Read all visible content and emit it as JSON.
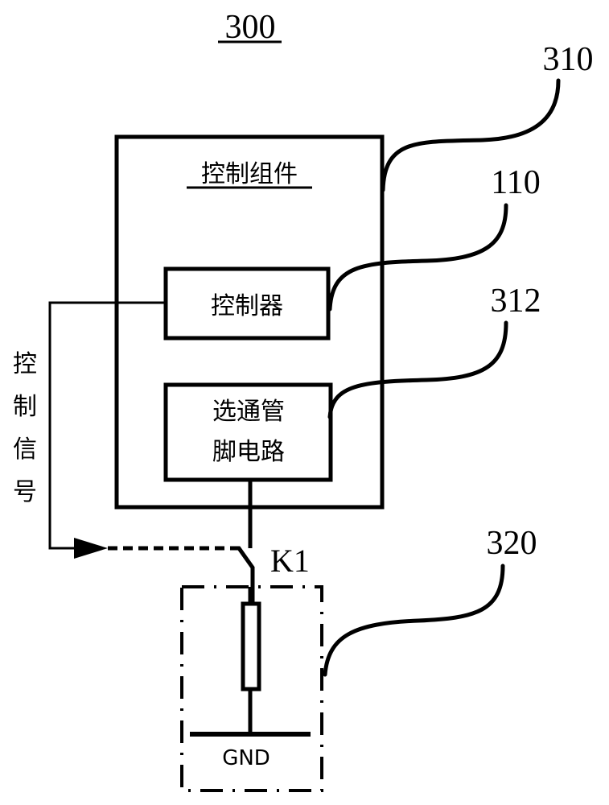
{
  "figure": {
    "number": "300",
    "colors": {
      "line": "#000000",
      "background": "#ffffff"
    }
  },
  "blocks": {
    "control_assembly": {
      "ref": "310",
      "label": "控制组件"
    },
    "controller": {
      "ref": "110",
      "label": "控制器"
    },
    "gating_pin_circuit": {
      "ref": "312",
      "label_line1": "选通管",
      "label_line2": "脚电路"
    },
    "pulldown_module": {
      "ref": "320",
      "ground_label": "GND"
    }
  },
  "switch": {
    "label": "K1"
  },
  "signal": {
    "label_chars": [
      "控",
      "制",
      "信",
      "号"
    ]
  }
}
